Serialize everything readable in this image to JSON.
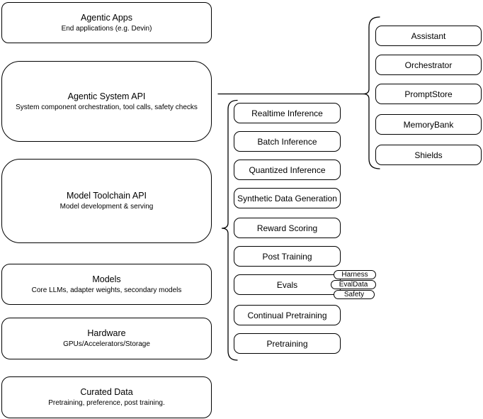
{
  "left_stack": [
    {
      "title": "Agentic Apps",
      "subtitle": "End applications (e.g. Devin)"
    },
    {
      "title": "Agentic System API",
      "subtitle": "System component orchestration, tool calls, safety checks"
    },
    {
      "title": "Model Toolchain API",
      "subtitle": "Model development & serving"
    },
    {
      "title": "Models",
      "subtitle": "Core LLMs, adapter weights, secondary models"
    },
    {
      "title": "Hardware",
      "subtitle": "GPUs/Accelerators/Storage"
    },
    {
      "title": "Curated Data",
      "subtitle": "Pretraining, preference, post training."
    }
  ],
  "toolchain_items": [
    "Realtime Inference",
    "Batch Inference",
    "Quantized Inference",
    "Synthetic Data Generation",
    "Reward Scoring",
    "Post Training",
    "Evals",
    "Continual Pretraining",
    "Pretraining"
  ],
  "eval_tags": [
    "Harness",
    "EvalData",
    "Safety"
  ],
  "system_components": [
    "Assistant",
    "Orchestrator",
    "PromptStore",
    "MemoryBank",
    "Shields"
  ],
  "colors": {
    "stroke": "#000000",
    "fill": "#ffffff"
  }
}
